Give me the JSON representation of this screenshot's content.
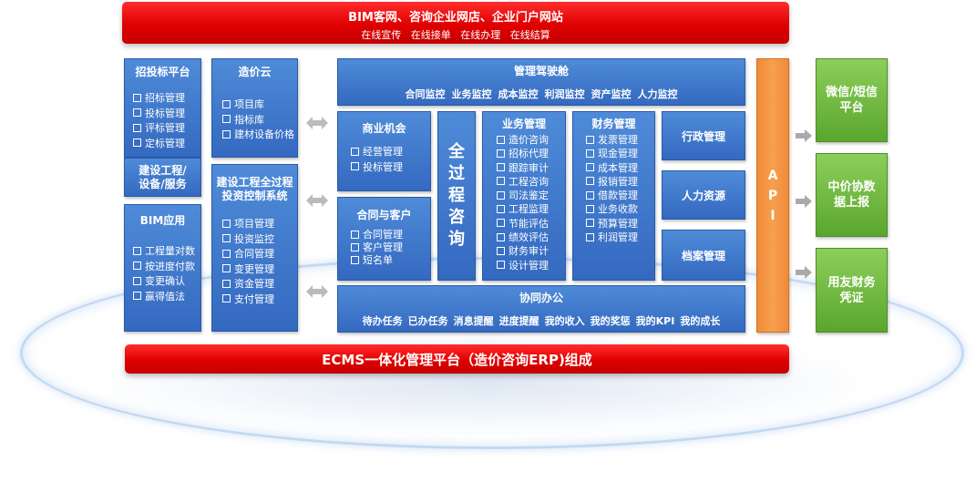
{
  "top_banner": {
    "title": "BIM客网、咨询企业网店、企业门户网站",
    "items": [
      "在线宣传",
      "在线接单",
      "在线办理",
      "在线结算"
    ]
  },
  "left_col1": {
    "bidding": {
      "title": "招投标平台",
      "items": [
        "招标管理",
        "投标管理",
        "评标管理",
        "定标管理"
      ]
    },
    "construction": {
      "title_line1": "建设工程/",
      "title_line2": "设备/服务"
    },
    "bim": {
      "title": "BIM应用",
      "items": [
        "工程量对数",
        "按进度付款",
        "变更确认",
        "赢得值法"
      ]
    }
  },
  "left_col2": {
    "cost_cloud": {
      "title": "造价云",
      "items": [
        "项目库",
        "指标库",
        "建材设备价格"
      ]
    },
    "invest": {
      "title_line1": "建设工程全过程",
      "title_line2": "投资控制系统",
      "items": [
        "项目管理",
        "投资监控",
        "合同管理",
        "变更管理",
        "资金管理",
        "支付管理"
      ]
    }
  },
  "cockpit": {
    "title": "管理驾驶舱",
    "items": [
      "合同监控",
      "业务监控",
      "成本监控",
      "利润监控",
      "资产监控",
      "人力监控"
    ]
  },
  "business_opportunity": {
    "title": "商业机会",
    "items": [
      "经营管理",
      "投标管理"
    ]
  },
  "contract_client": {
    "title": "合同与客户",
    "items": [
      "合同管理",
      "客户管理",
      "短名单"
    ]
  },
  "full_process": {
    "chars": [
      "全",
      "过",
      "程",
      "咨",
      "询"
    ]
  },
  "business_mgmt": {
    "title": "业务管理",
    "items": [
      "造价咨询",
      "招标代理",
      "跟踪审计",
      "工程咨询",
      "司法鉴定",
      "工程监理",
      "节能评估",
      "绩效评估",
      "财务审计",
      "设计管理"
    ]
  },
  "finance_mgmt": {
    "title": "财务管理",
    "items": [
      "发票管理",
      "现金管理",
      "成本管理",
      "报销管理",
      "借款管理",
      "业务收款",
      "预算管理",
      "利润管理"
    ]
  },
  "admin": {
    "label": "行政管理"
  },
  "hr": {
    "label": "人力资源"
  },
  "archive": {
    "label": "档案管理"
  },
  "collab": {
    "title": "协同办公",
    "items": [
      "待办任务",
      "已办任务",
      "消息提醒",
      "进度提醒",
      "我的收入",
      "我的奖惩",
      "我的KPI",
      "我的成长"
    ]
  },
  "api": {
    "chars": [
      "A",
      "P",
      "I"
    ]
  },
  "right": {
    "wechat": {
      "line1": "微信/短信",
      "line2": "平台"
    },
    "zhongjia": {
      "line1": "中价协数",
      "line2": "据上报"
    },
    "yonyou": {
      "line1": "用友财务",
      "line2": "凭证"
    }
  },
  "bottom_banner": {
    "title": "ECMS一体化管理平台（造价咨询ERP)组成"
  },
  "colors": {
    "red": "#e00000",
    "blue": "#3a72c8",
    "green": "#6bb33d",
    "orange": "#f29545"
  }
}
